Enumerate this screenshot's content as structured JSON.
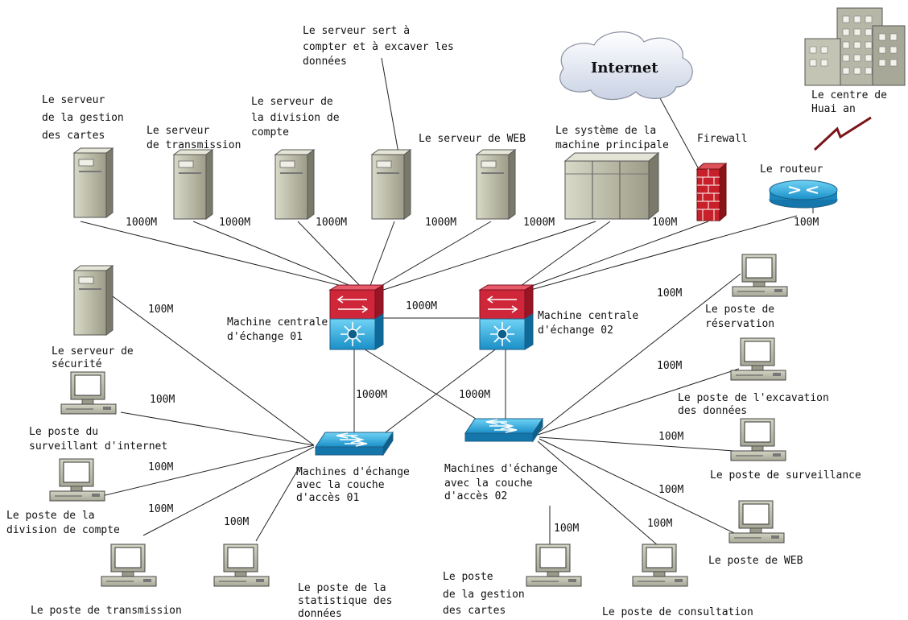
{
  "internet_label": "Internet",
  "firewall_label": "Firewall",
  "router_label": "Le routeur",
  "center_label": [
    "Le centre de",
    "Huai an"
  ],
  "mining_server_label": [
    "Le serveur sert à",
    "compter et à excaver les",
    "données"
  ],
  "servers": [
    {
      "label": [
        "Le serveur",
        "de la gestion",
        "des cartes"
      ],
      "speed": "1000M"
    },
    {
      "label": [
        "Le serveur",
        "de transmission"
      ],
      "speed": "1000M"
    },
    {
      "label": [
        "Le serveur de",
        "la division de",
        "compte"
      ],
      "speed": "1000M"
    },
    {
      "label": [],
      "speed": "1000M"
    },
    {
      "label": [
        "Le serveur de WEB"
      ],
      "speed": "1000M"
    },
    {
      "label": [
        "Le système de la",
        "machine principale"
      ],
      "speed": "1000M"
    }
  ],
  "firewall_speed": "100M",
  "router_speed": "100M",
  "core_switches": [
    {
      "label": [
        "Machine centrale",
        "d'échange 01"
      ]
    },
    {
      "label": [
        "Machine centrale",
        "d'échange 02"
      ]
    }
  ],
  "core_link_speed": "1000M",
  "uplink_speed_left": "1000M",
  "uplink_speed_right": "1000M",
  "access_switches": [
    {
      "label": [
        "Machines d'échange",
        "avec la couche",
        "d'accès 01"
      ]
    },
    {
      "label": [
        "Machines d'échange",
        "avec la couche",
        "d'accès 02"
      ]
    }
  ],
  "left_endpoints": [
    {
      "label": [
        "Le serveur de",
        "sécurité"
      ],
      "speed": "100M"
    },
    {
      "label": [
        "Le poste du",
        "surveillant d'internet"
      ],
      "speed": "100M"
    },
    {
      "label": [
        "Le poste de la",
        "division de compte"
      ],
      "speed": "100M"
    },
    {
      "label": [
        "Le poste de transmission"
      ],
      "speed": "100M"
    },
    {
      "label": [
        "Le poste de la",
        "statistique des",
        "données"
      ],
      "speed": "100M"
    }
  ],
  "right_endpoints": [
    {
      "label": [
        "Le poste de",
        "réservation"
      ],
      "speed": "100M"
    },
    {
      "label": [
        "Le poste de l'excavation",
        "des données"
      ],
      "speed": "100M"
    },
    {
      "label": [
        "Le poste de surveillance"
      ],
      "speed": "100M"
    },
    {
      "label": [
        "Le poste de WEB"
      ],
      "speed": "100M"
    },
    {
      "label": [
        "Le poste de consultation"
      ],
      "speed": "100M"
    },
    {
      "label": [
        "Le poste",
        "de la gestion",
        "des cartes"
      ],
      "speed": "100M"
    }
  ]
}
